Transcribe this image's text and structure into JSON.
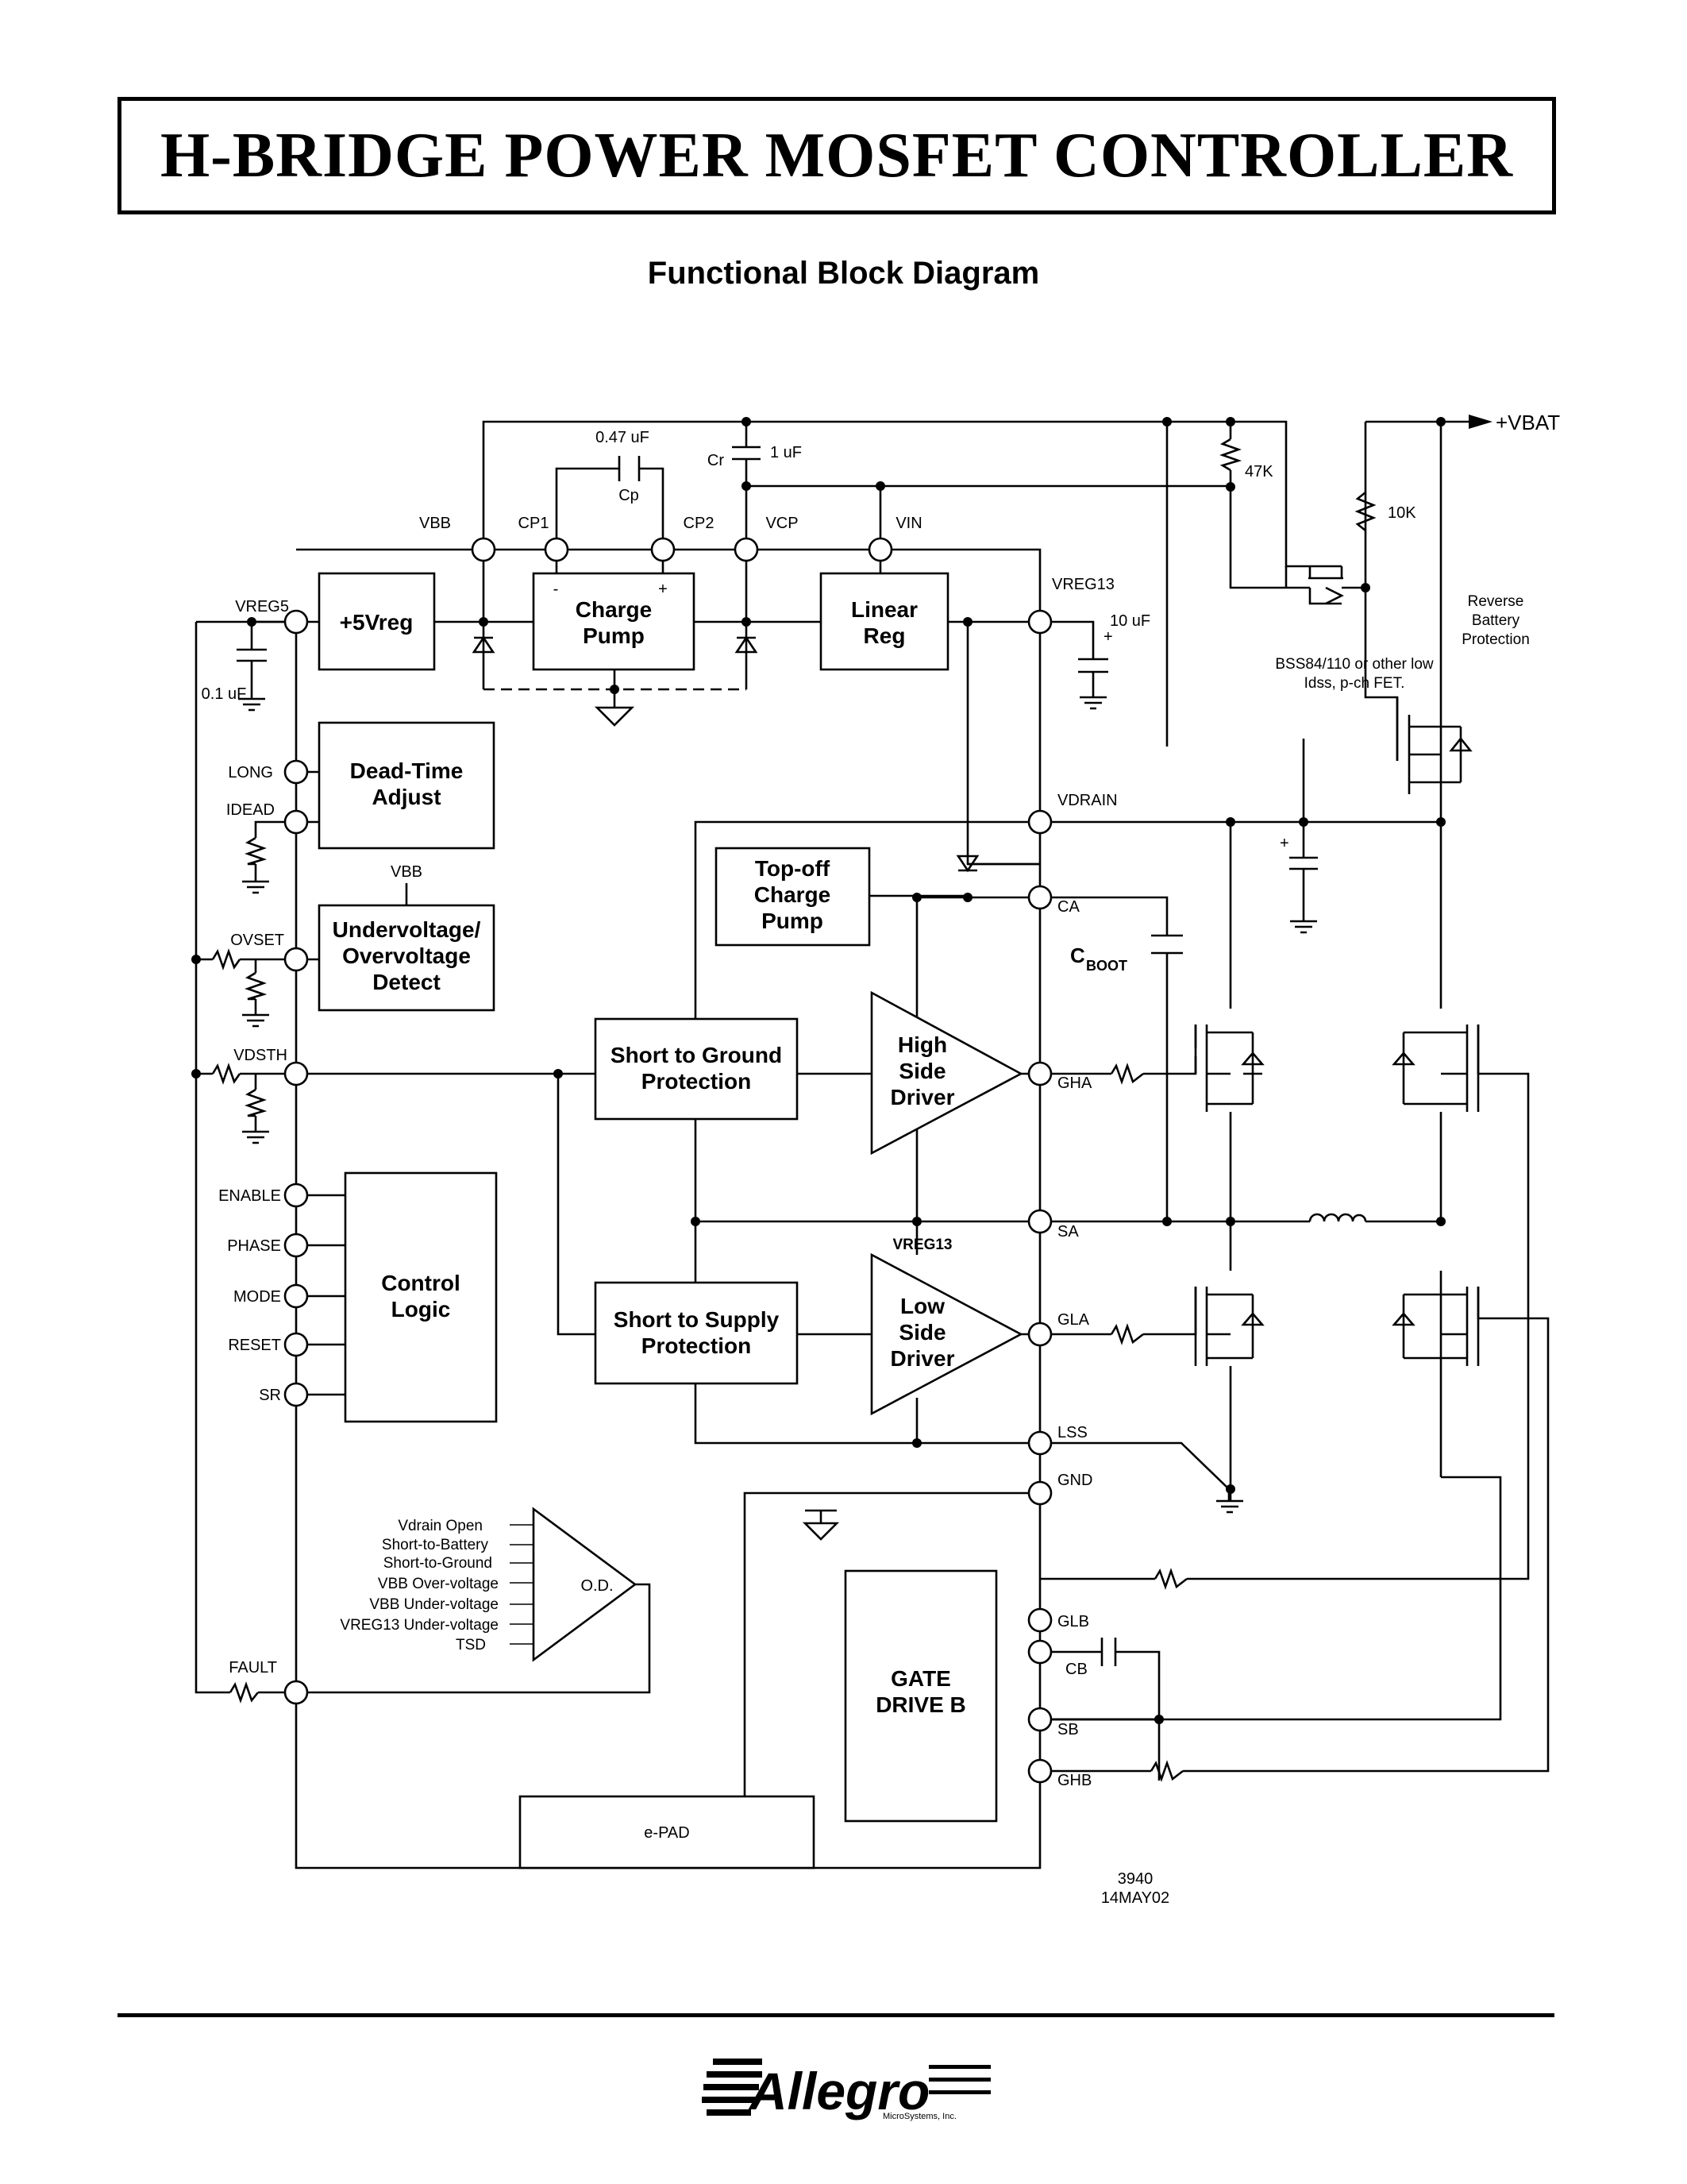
{
  "header": {
    "title": "H-BRIDGE POWER MOSFET CONTROLLER"
  },
  "diagram": {
    "subtitle": "Functional Block Diagram",
    "blocks": {
      "vreg5": "+5Vreg",
      "charge_pump": [
        "Charge",
        "Pump"
      ],
      "linear_reg": [
        "Linear",
        "Reg"
      ],
      "dead_time": [
        "Dead-Time",
        "Adjust"
      ],
      "uv_ov": [
        "Undervoltage/",
        "Overvoltage",
        "Detect"
      ],
      "topoff": [
        "Top-off",
        "Charge",
        "Pump"
      ],
      "short_ground": [
        "Short to Ground",
        "Protection"
      ],
      "short_supply": [
        "Short to Supply",
        "Protection"
      ],
      "high_side": [
        "High",
        "Side",
        "Driver"
      ],
      "low_side": [
        "Low",
        "Side",
        "Driver"
      ],
      "control_logic": [
        "Control",
        "Logic"
      ],
      "gate_drive_b": [
        "GATE",
        "DRIVE B"
      ],
      "epad": "e-PAD",
      "od": "O.D."
    },
    "pins": {
      "vbb": "VBB",
      "cp1": "CP1",
      "cp2": "CP2",
      "vcp": "VCP",
      "vin": "VIN",
      "vreg13": "VREG13",
      "vreg5": "VREG5",
      "long": "LONG",
      "idead": "IDEAD",
      "ovset": "OVSET",
      "vdsth": "VDSTH",
      "enable": "ENABLE",
      "phase": "PHASE",
      "mode": "MODE",
      "reset": "RESET",
      "sr": "SR",
      "fault": "FAULT",
      "vdrain": "VDRAIN",
      "ca": "CA",
      "gha": "GHA",
      "sa": "SA",
      "gla": "GLA",
      "lss": "LSS",
      "gnd": "GND",
      "glb": "GLB",
      "cb": "CB",
      "sb": "SB",
      "ghb": "GHB"
    },
    "labels": {
      "cp_value": "0.47 uF",
      "cp": "Cp",
      "cr": "Cr",
      "cr_value": "1 uF",
      "c_vreg5": "0.1 uF",
      "c_vreg13": "10 uF",
      "vbb_uv": "VBB",
      "vreg13_ls": "VREG13",
      "cboot": "C",
      "cboot_sub": "BOOT",
      "r47": "47K",
      "r10": "10K",
      "vbat": "+VBAT",
      "fet_note": [
        "BSS84/110 or other low",
        "Idss, p-ch FET."
      ],
      "reverse": [
        "Reverse",
        "Battery",
        "Protection"
      ],
      "cp_minus": "-",
      "cp_plus": "+",
      "plus": "+",
      "code": "3940",
      "date": "14MAY02"
    },
    "od_inputs": [
      "Vdrain Open",
      "Short-to-Battery",
      "Short-to-Ground",
      "VBB Over-voltage",
      "VBB Under-voltage",
      "VREG13 Under-voltage",
      "TSD"
    ]
  },
  "footer": {
    "logo_text": "Allegro",
    "logo_sub": "MicroSystems, Inc."
  }
}
